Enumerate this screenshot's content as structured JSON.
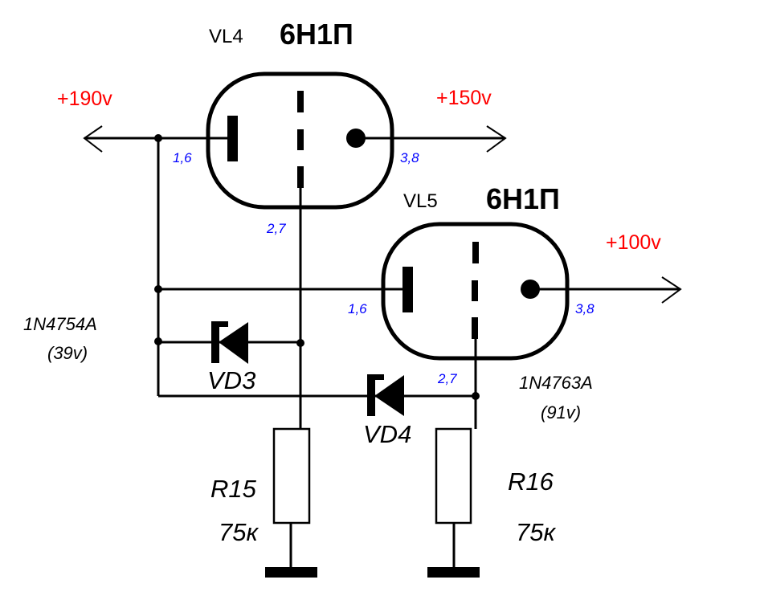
{
  "tubes": [
    {
      "ref": "VL4",
      "type": "6Н1П",
      "anode_pins": "1,6",
      "cathode_pins": "3,8",
      "grid_pins": "2,7"
    },
    {
      "ref": "VL5",
      "type": "6Н1П",
      "anode_pins": "1,6",
      "cathode_pins": "3,8",
      "grid_pins": "2,7"
    }
  ],
  "rails": {
    "input": "+190v",
    "vl4_out": "+150v",
    "vl5_out": "+100v"
  },
  "diodes": [
    {
      "ref": "VD3",
      "part": "1N4754A",
      "voltage": "(39v)"
    },
    {
      "ref": "VD4",
      "part": "1N4763A",
      "voltage": "(91v)"
    }
  ],
  "resistors": [
    {
      "ref": "R15",
      "value": "75к"
    },
    {
      "ref": "R16",
      "value": "75к"
    }
  ],
  "colors": {
    "voltage_label": "#ff0000",
    "pin_label": "#0000ff",
    "line": "#000000"
  }
}
